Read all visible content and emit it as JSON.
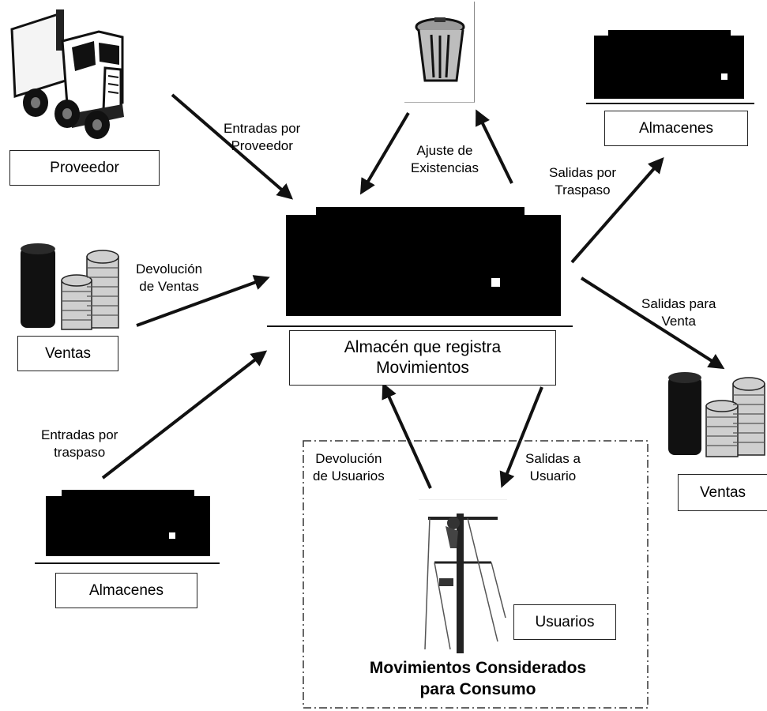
{
  "center": {
    "label": "Almacén que registra\nMovimientos"
  },
  "nodes": {
    "proveedor": "Proveedor",
    "ventas_left": "Ventas",
    "almacenes_bottom": "Almacenes",
    "almacenes_top": "Almacenes",
    "ventas_right": "Ventas",
    "usuarios": "Usuarios"
  },
  "edges": {
    "entradas_proveedor": "Entradas por\nProveedor",
    "ajuste": "Ajuste de\nExistencias",
    "salidas_traspaso": "Salidas por\nTraspaso",
    "devolucion_ventas": "Devolución\nde Ventas",
    "salidas_venta": "Salidas para\nVenta",
    "entradas_traspaso": "Entradas por\ntraspaso",
    "devolucion_usuarios": "Devolución\nde Usuarios",
    "salidas_usuario": "Salidas a\nUsuario"
  },
  "consumo_group": {
    "title": "Movimientos Considerados\npara Consumo"
  }
}
